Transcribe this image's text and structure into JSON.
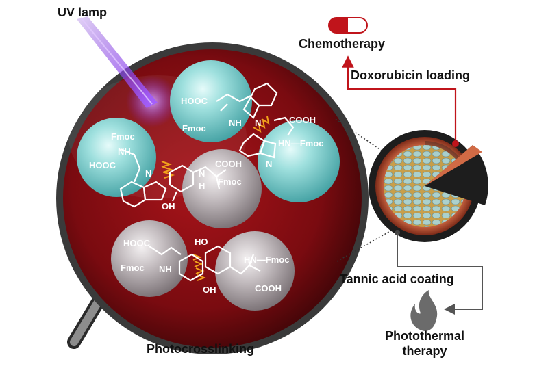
{
  "labels": {
    "uv_lamp": "UV lamp",
    "chemotherapy": "Chemotherapy",
    "doxorubicin_loading": "Doxorubicin loading",
    "tannic_acid_coating": "Tannic acid coating",
    "photothermal_therapy": "Photothermal therapy",
    "photocrosslinking": "Photocrosslinking"
  },
  "molecules": {
    "top_left": [
      "HOOC",
      "NH",
      "Fmoc"
    ],
    "top_right": [
      "COOH",
      "HN—Fmoc",
      "N",
      "N"
    ],
    "left": [
      "Fmoc",
      "NH",
      "HOOC",
      "N"
    ],
    "center": [
      "COOH",
      "N",
      "H",
      "Fmoc",
      "OH"
    ],
    "bottom_left": [
      "HOOC",
      "NH",
      "Fmoc"
    ],
    "bottom_right": [
      "HO",
      "HN—Fmoc",
      "COOH",
      "OH"
    ]
  },
  "colors": {
    "dish_inner": "#8e0d12",
    "dish_rim": "#4a4a4a",
    "teal_sphere": "#7fd2d0",
    "grey_sphere": "#b9b2b6",
    "arrow_red": "#c0141b",
    "arrow_grey": "#555555",
    "uv_purple": "#8a3cf0"
  },
  "icons": [
    "pill-icon",
    "flame-icon",
    "magnifier-handle-icon",
    "uv-lamp-icon"
  ]
}
